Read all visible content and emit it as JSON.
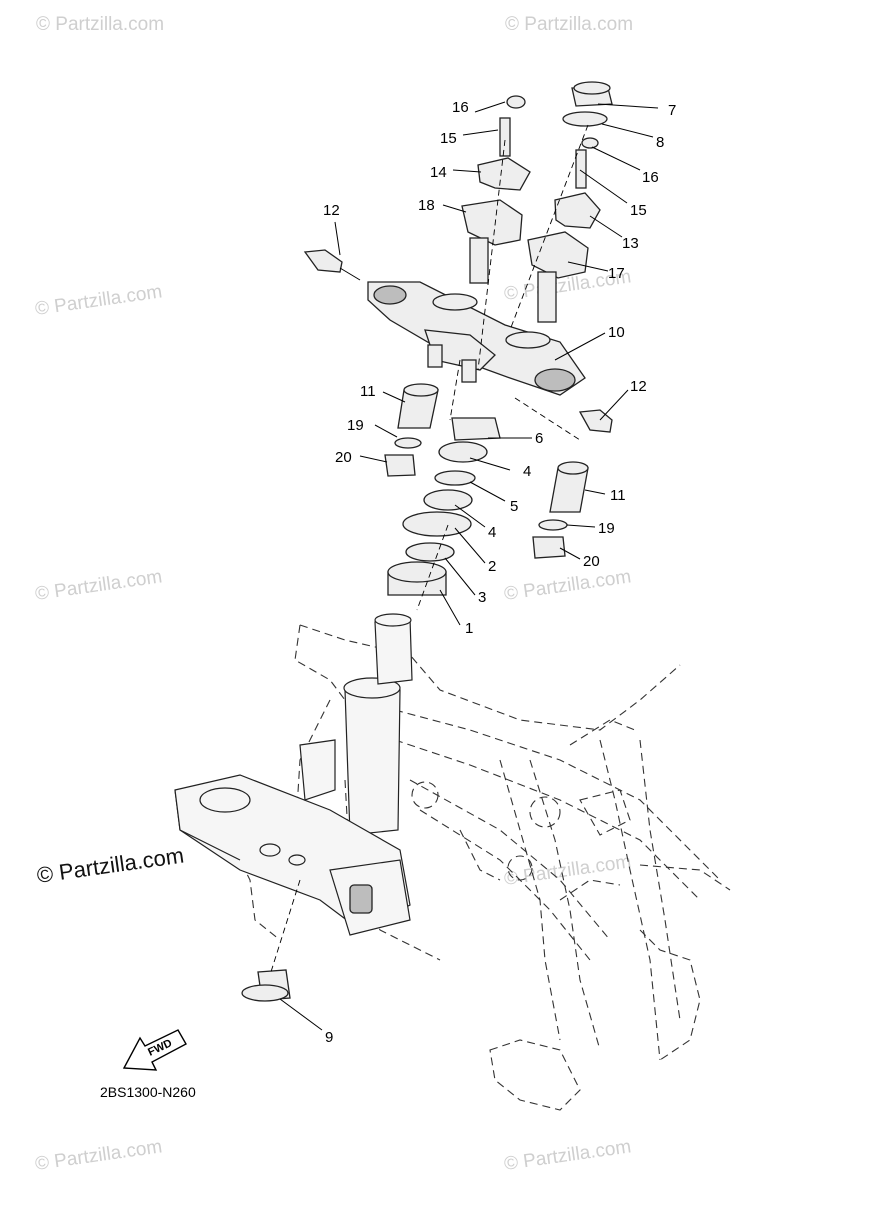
{
  "watermark": "© Partzilla.com",
  "copyright": "© Partzilla.com",
  "diagram_code": "2BS1300-N260",
  "fwd_label": "FWD",
  "callouts": [
    "1",
    "2",
    "3",
    "4",
    "4",
    "5",
    "6",
    "7",
    "8",
    "9",
    "10",
    "11",
    "11",
    "12",
    "12",
    "13",
    "14",
    "15",
    "15",
    "16",
    "16",
    "17",
    "18",
    "19",
    "19",
    "20",
    "20"
  ]
}
